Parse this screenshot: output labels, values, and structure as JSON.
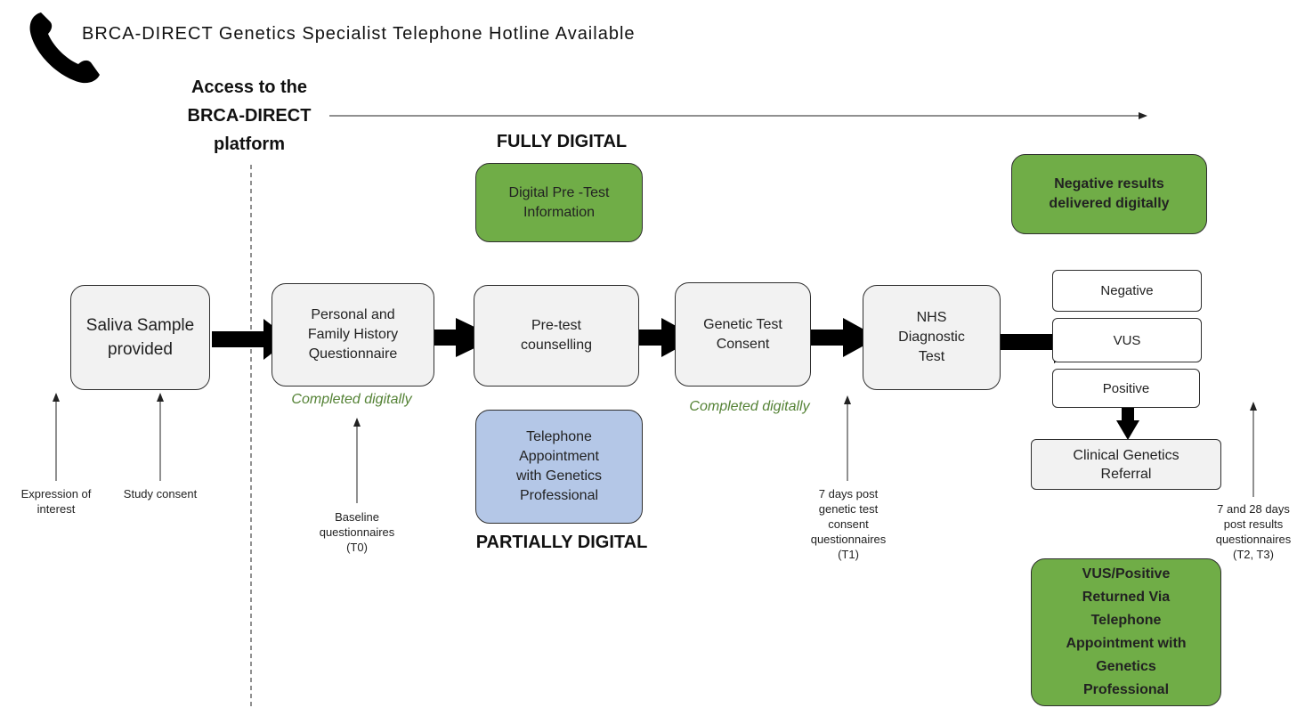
{
  "hotline": {
    "text": "BRCA-DIRECT Genetics Specialist Telephone Hotline Available",
    "icon": "phone-icon"
  },
  "access_label": "Access to the\nBRCA-DIRECT\nplatform",
  "fully_digital_label": "FULLY DIGITAL",
  "partially_digital_label": "PARTIALLY DIGITAL",
  "boxes": {
    "saliva": "Saliva Sample\nprovided",
    "personal": "Personal and\nFamily History\nQuestionnaire",
    "pretest": "Pre-test\ncounselling",
    "consent": "Genetic Test\nConsent",
    "nhs": "NHS\nDiagnostic\nTest",
    "digital_info": "Digital Pre -Test\nInformation",
    "telephone": "Telephone\nAppointment\nwith Genetics\nProfessional",
    "negative_digital": "Negative results\ndelivered digitally",
    "vus_positive": "VUS/Positive\nReturned Via\nTelephone\nAppointment with\nGenetics\nProfessional"
  },
  "results": {
    "negative": "Negative",
    "vus": "VUS",
    "positive": "Positive",
    "referral": "Clinical Genetics\nReferral"
  },
  "completed_digitally": "Completed digitally",
  "timepoints": {
    "expression": "Expression of\ninterest",
    "study_consent": "Study consent",
    "baseline": "Baseline\nquestionnaires\n(T0)",
    "t1": "7 days post\ngenetic test\nconsent\nquestionnaires\n(T1)",
    "t2t3": "7 and 28 days\npost results\nquestionnaires\n(T2, T3)"
  },
  "colors": {
    "green": "#70ad47",
    "blue": "#b4c7e7",
    "grey": "#f2f2f2",
    "italic_green": "#548235"
  }
}
